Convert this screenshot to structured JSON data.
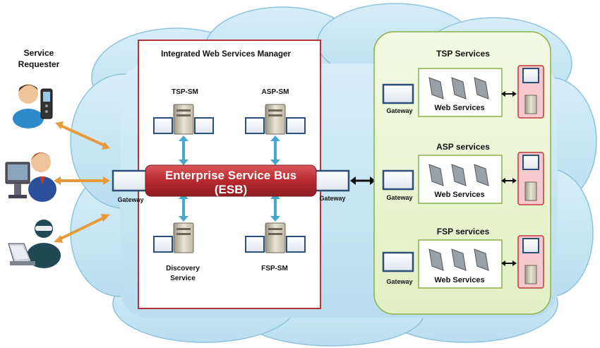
{
  "requester": {
    "line1": "Service",
    "line2": "Requester"
  },
  "manager": {
    "title": "Integrated  Web Services Manager",
    "tsp_sm": "TSP-SM",
    "asp_sm": "ASP-SM",
    "fsp_sm": "FSP-SM",
    "discovery_line1": "Discovery",
    "discovery_line2": "Service"
  },
  "esb": {
    "line1": "Enterprise Service Bus",
    "line2": "(ESB)"
  },
  "gateway_label": "Gateway",
  "web_services_label": "Web Services",
  "providers": {
    "tsp": "TSP Services",
    "asp": "ASP services",
    "fsp": "FSP services"
  },
  "colors": {
    "cloud": "#c8e6f3",
    "cloud_edge": "#8fc3dd",
    "manager_border": "#b83338",
    "esb": "#c0393c",
    "provider_panel": "#eaf5d0",
    "provider_border": "#8bb04a",
    "connector_orange": "#f2a347",
    "connector_blue": "#46a8cf"
  }
}
